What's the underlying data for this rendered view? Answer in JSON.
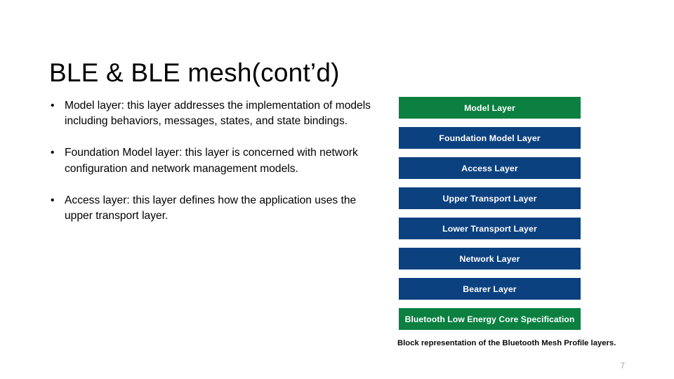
{
  "slide": {
    "title": "BLE & BLE mesh(cont’d)",
    "page_number": "7",
    "background_color": "#ffffff"
  },
  "bullets": [
    {
      "marker": "•",
      "text": "Model layer: this layer addresses the implementation of models including behaviors, messages, states, and state bindings."
    },
    {
      "marker": "•",
      "text": "Foundation Model layer: this layer is concerned with network configuration and network management models."
    },
    {
      "marker": "•",
      "text": "Access layer: this layer defines how the application uses the upper transport layer."
    }
  ],
  "diagram": {
    "caption": "Block representation of the Bluetooth Mesh Profile layers.",
    "colors": {
      "green": "#0b8040",
      "blue": "#0c4180",
      "text": "#ffffff"
    },
    "blocks": [
      {
        "label": "Model Layer",
        "color": "green"
      },
      {
        "label": "Foundation Model Layer",
        "color": "blue"
      },
      {
        "label": "Access Layer",
        "color": "blue"
      },
      {
        "label": "Upper Transport Layer",
        "color": "blue"
      },
      {
        "label": "Lower Transport Layer",
        "color": "blue"
      },
      {
        "label": "Network Layer",
        "color": "blue"
      },
      {
        "label": "Bearer Layer",
        "color": "blue"
      },
      {
        "label": "Bluetooth Low Energy Core Specification",
        "color": "green"
      }
    ]
  }
}
